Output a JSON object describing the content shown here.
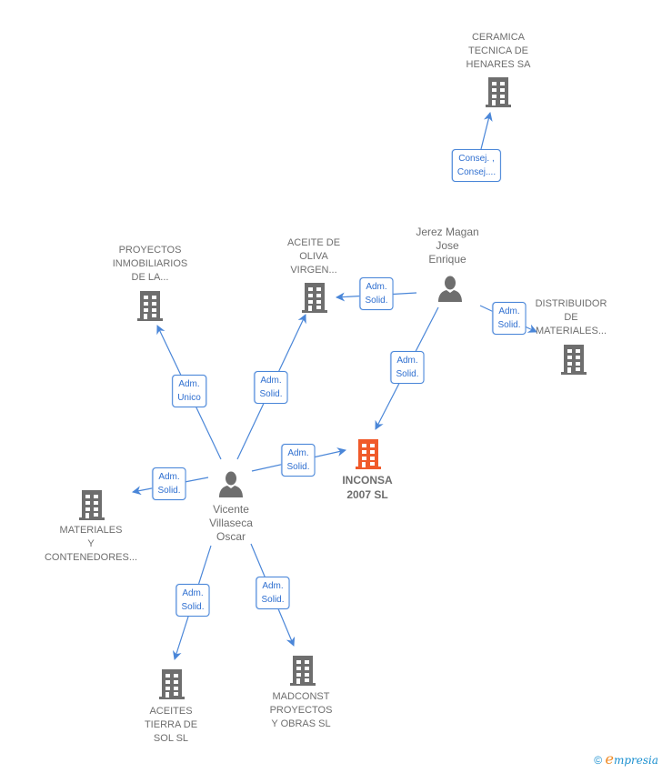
{
  "colors": {
    "edge": "#4a86d8",
    "node": "#6e6e6e",
    "focus": "#f05a2a",
    "label_text": "#2f6fd0"
  },
  "nodes": [
    {
      "id": "ceramica",
      "type": "company",
      "lines": [
        "CERAMICA",
        "TECNICA DE",
        "HENARES SA"
      ]
    },
    {
      "id": "jerez",
      "type": "person",
      "lines": [
        "Jerez Magan",
        "Jose",
        "Enrique"
      ]
    },
    {
      "id": "aceite_oliva",
      "type": "company",
      "lines": [
        "ACEITE DE",
        "OLIVA",
        "VIRGEN..."
      ]
    },
    {
      "id": "proyectos",
      "type": "company",
      "lines": [
        "PROYECTOS",
        "INMOBILIARIOS",
        "DE LA..."
      ]
    },
    {
      "id": "distribuidor",
      "type": "company",
      "lines": [
        "DISTRIBUIDOR",
        "DE",
        "MATERIALES..."
      ]
    },
    {
      "id": "inconsa",
      "type": "focus",
      "lines": [
        "INCONSA",
        "2007 SL"
      ]
    },
    {
      "id": "vicente",
      "type": "person",
      "lines": [
        "Vicente",
        "Villaseca",
        "Oscar"
      ]
    },
    {
      "id": "materiales",
      "type": "company",
      "lines": [
        "MATERIALES",
        "Y",
        "CONTENEDORES..."
      ]
    },
    {
      "id": "aceites_tierra",
      "type": "company",
      "lines": [
        "ACEITES",
        "TIERRA DE",
        "SOL  SL"
      ]
    },
    {
      "id": "madconst",
      "type": "company",
      "lines": [
        "MADCONST",
        "PROYECTOS",
        "Y OBRAS SL"
      ]
    }
  ],
  "edges": [
    {
      "from": "jerez",
      "to": "ceramica",
      "label": [
        "Consej. ,",
        "Consej...."
      ]
    },
    {
      "from": "jerez",
      "to": "aceite_oliva",
      "label": [
        "Adm.",
        "Solid."
      ]
    },
    {
      "from": "jerez",
      "to": "distribuidor",
      "label": [
        "Adm.",
        "Solid."
      ]
    },
    {
      "from": "jerez",
      "to": "inconsa",
      "label": [
        "Adm.",
        "Solid."
      ]
    },
    {
      "from": "vicente",
      "to": "proyectos",
      "label": [
        "Adm.",
        "Unico"
      ]
    },
    {
      "from": "vicente",
      "to": "aceite_oliva",
      "label": [
        "Adm.",
        "Solid."
      ]
    },
    {
      "from": "vicente",
      "to": "inconsa",
      "label": [
        "Adm.",
        "Solid."
      ]
    },
    {
      "from": "vicente",
      "to": "materiales",
      "label": [
        "Adm.",
        "Solid."
      ]
    },
    {
      "from": "vicente",
      "to": "aceites_tierra",
      "label": [
        "Adm.",
        "Solid."
      ]
    },
    {
      "from": "vicente",
      "to": "madconst",
      "label": [
        "Adm.",
        "Solid."
      ]
    }
  ],
  "footer": {
    "copyright": "©",
    "brand_initial": "e",
    "brand_rest": "mpresia"
  }
}
